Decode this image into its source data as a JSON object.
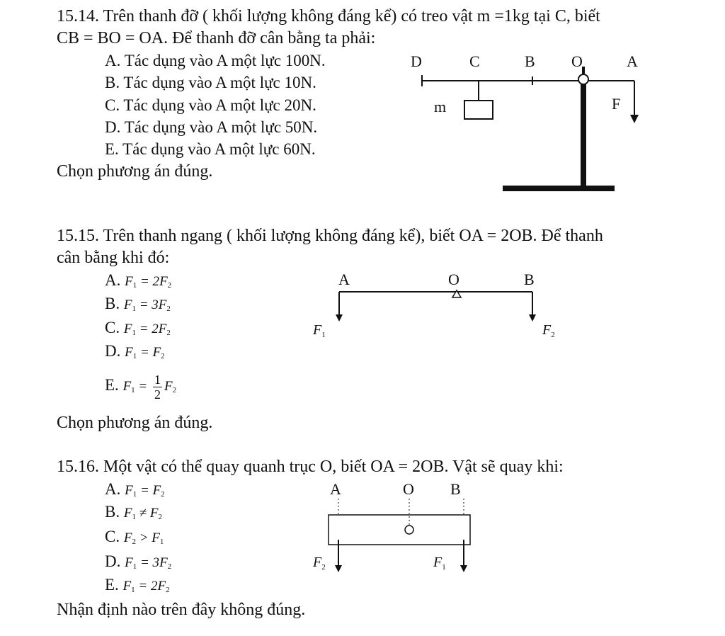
{
  "q1": {
    "line1": "15.14. Trên thanh đỡ ( khối lượng không đáng kể) có treo vật m =1kg tại C, biết",
    "line2": "CB = BO = OA. Để thanh đỡ cân bằng ta phải:",
    "options": [
      "A. Tác dụng vào A một lực 100N.",
      "B. Tác dụng vào A một lực 10N.",
      "C. Tác dụng vào A một lực 20N.",
      "D. Tác dụng vào A một lực 50N.",
      "E. Tác dụng vào A một lực 60N."
    ],
    "footer": "Chọn phương án đúng.",
    "figure": {
      "D": "D",
      "C": "C",
      "B": "B",
      "O": "O",
      "A": "A",
      "m": "m",
      "F": "F"
    }
  },
  "q2": {
    "line1": "15.15. Trên thanh ngang ( khối lượng không đáng kể), biết OA = 2OB. Để thanh",
    "line2": "cân bằng khi đó:",
    "options": [
      {
        "letter": "A.",
        "lhs": "F",
        "lsub": "1",
        "op": " = 2",
        "rhs": "F",
        "rsub": "2"
      },
      {
        "letter": "B.",
        "lhs": "F",
        "lsub": "1",
        "op": " = 3",
        "rhs": "F",
        "rsub": "2"
      },
      {
        "letter": "C.",
        "lhs": "F",
        "lsub": "1",
        "op": " = 2",
        "rhs": "F",
        "rsub": "2"
      },
      {
        "letter": "D.",
        "lhs": "F",
        "lsub": "1",
        "op": " = ",
        "rhs": "F",
        "rsub": "2"
      }
    ],
    "optionE": {
      "letter": "E.",
      "lhs": "F",
      "lsub": "1",
      "op": " = ",
      "num": "1",
      "den": "2",
      "rhs": "F",
      "rsub": "2"
    },
    "footer": "Chọn phương án đúng.",
    "figure": {
      "A": "A",
      "O": "O",
      "B": "B",
      "F1": "F",
      "F1sub": "1",
      "F2": "F",
      "F2sub": "2"
    }
  },
  "q3": {
    "line1": "15.16. Một vật có thể quay quanh trục O, biết OA = 2OB. Vật sẽ quay khi:",
    "options": [
      {
        "letter": "A.",
        "lhs": "F",
        "lsub": "1",
        "op": " = ",
        "rhs": "F",
        "rsub": "2"
      },
      {
        "letter": "B.",
        "lhs": "F",
        "lsub": "1",
        "op": " ≠ ",
        "rhs": "F",
        "rsub": "2"
      },
      {
        "letter": "C.",
        "lhs": "F",
        "lsub": "2",
        "op": " > ",
        "rhs": "F",
        "rsub": "1"
      },
      {
        "letter": "D.",
        "lhs": "F",
        "lsub": "1",
        "op": " = 3",
        "rhs": "F",
        "rsub": "2"
      },
      {
        "letter": "E.",
        "lhs": "F",
        "lsub": "1",
        "op": " = 2",
        "rhs": "F",
        "rsub": "2"
      }
    ],
    "footer": "Nhận định nào trên đây không đúng.",
    "figure": {
      "A": "A",
      "O": "O",
      "B": "B",
      "F2": "F",
      "F2sub": "2",
      "F1": "F",
      "F1sub": "1"
    }
  },
  "colors": {
    "ink": "#111111",
    "paper": "#ffffff"
  }
}
